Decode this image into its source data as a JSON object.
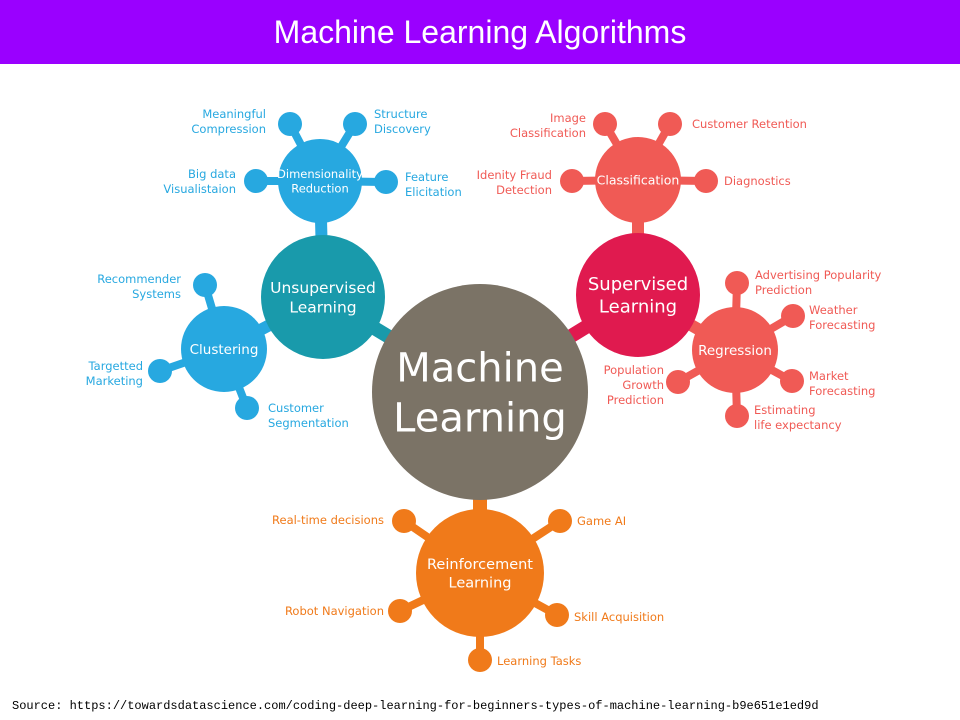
{
  "title": "Machine Learning Algorithms",
  "source": "Source: https://towardsdatascience.com/coding-deep-learning-for-beginners-types-of-machine-learning-b9e651e1ed9d",
  "colors": {
    "title_bg": "#9a00ff",
    "center": "#7b7366",
    "unsupervised": "#199aab",
    "unsupervised_sub": "#27a8e0",
    "supervised": "#e01a4f",
    "supervised_sub": "#f05a55",
    "reinforcement": "#f07a1a"
  },
  "center": {
    "label": [
      "Machine",
      "Learning"
    ]
  },
  "unsupervised": {
    "label": [
      "Unsupervised",
      "Learning"
    ],
    "dimensionality": {
      "label": [
        "Dimensionality",
        "Reduction"
      ],
      "leaves": [
        [
          "Meaningful",
          "Compression"
        ],
        [
          "Structure",
          "Discovery"
        ],
        [
          "Big data",
          "Visualistaion"
        ],
        [
          "Feature",
          "Elicitation"
        ]
      ]
    },
    "clustering": {
      "label": [
        "Clustering"
      ],
      "leaves": [
        [
          "Recommender",
          "Systems"
        ],
        [
          "Targetted",
          "Marketing"
        ],
        [
          "Customer",
          "Segmentation"
        ]
      ]
    }
  },
  "supervised": {
    "label": [
      "Supervised",
      "Learning"
    ],
    "classification": {
      "label": [
        "Classification"
      ],
      "leaves": [
        [
          "Image",
          "Classification"
        ],
        [
          "Customer Retention"
        ],
        [
          "Idenity Fraud",
          "Detection"
        ],
        [
          "Diagnostics"
        ]
      ]
    },
    "regression": {
      "label": [
        "Regression"
      ],
      "leaves": [
        [
          "Advertising Popularity",
          "Prediction"
        ],
        [
          "Weather",
          "Forecasting"
        ],
        [
          "Population",
          "Growth",
          "Prediction"
        ],
        [
          "Market",
          "Forecasting"
        ],
        [
          "Estimating",
          "life expectancy"
        ]
      ]
    }
  },
  "reinforcement": {
    "label": [
      "Reinforcement",
      "Learning"
    ],
    "leaves": [
      [
        "Real-time decisions"
      ],
      [
        "Game AI"
      ],
      [
        "Robot Navigation"
      ],
      [
        "Skill Acquisition"
      ],
      [
        "Learning Tasks"
      ]
    ]
  }
}
